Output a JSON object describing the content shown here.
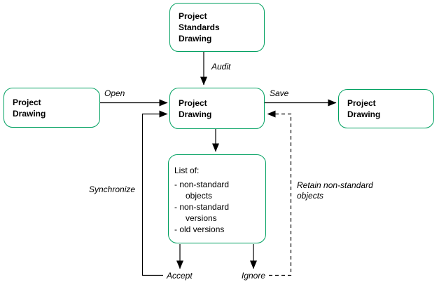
{
  "diagram": {
    "accent_color": "#00a060",
    "nodes": {
      "standards": {
        "line1": "Project",
        "line2": "Standards",
        "line3": "Drawing"
      },
      "source": {
        "line1": "Project",
        "line2": "Drawing"
      },
      "working": {
        "line1": "Project",
        "line2": "Drawing"
      },
      "saved": {
        "line1": "Project",
        "line2": "Drawing"
      },
      "list": {
        "title": "List of:",
        "items": [
          "- non-standard",
          "objects",
          "- non-standard",
          "versions",
          "- old versions"
        ]
      }
    },
    "labels": {
      "audit": "Audit",
      "open": "Open",
      "save": "Save",
      "synchronize": "Synchronize",
      "accept": "Accept",
      "ignore": "Ignore",
      "retain_line1": "Retain non-standard",
      "retain_line2": "objects"
    }
  }
}
